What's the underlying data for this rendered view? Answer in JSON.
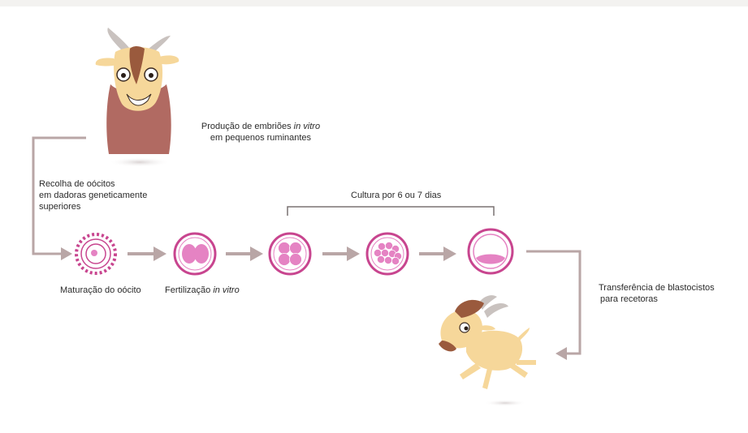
{
  "title_line1": "Produção de embriões",
  "title_line1_italic": "in vitro",
  "title_line2": "em pequenos ruminantes",
  "collection_line1": "Recolha de oócitos",
  "collection_line2": "em dadoras geneticamente",
  "collection_line3": "superiores",
  "culture_label": "Cultura por 6 ou 7 dias",
  "stage1_label": "Maturação do oócito",
  "stage2_label": "Fertilização",
  "stage2_label_italic": "in vitro",
  "transfer_line1": "Transferência de blastocistos",
  "transfer_line2": "para recetoras",
  "colors": {
    "arrow": "#b9a6a6",
    "stage_ring": "#c8458f",
    "cell_fill": "#e583c3",
    "goat_fur": "#f6d79a",
    "goat_cape": "#b16a62",
    "goat_hair": "#9a5a3d"
  },
  "icons": [
    "donor-goat-icon",
    "oocyte-icon",
    "two-cell-embryo-icon",
    "four-cell-embryo-icon",
    "morula-icon",
    "blastocyst-icon",
    "recipient-goat-icon"
  ]
}
